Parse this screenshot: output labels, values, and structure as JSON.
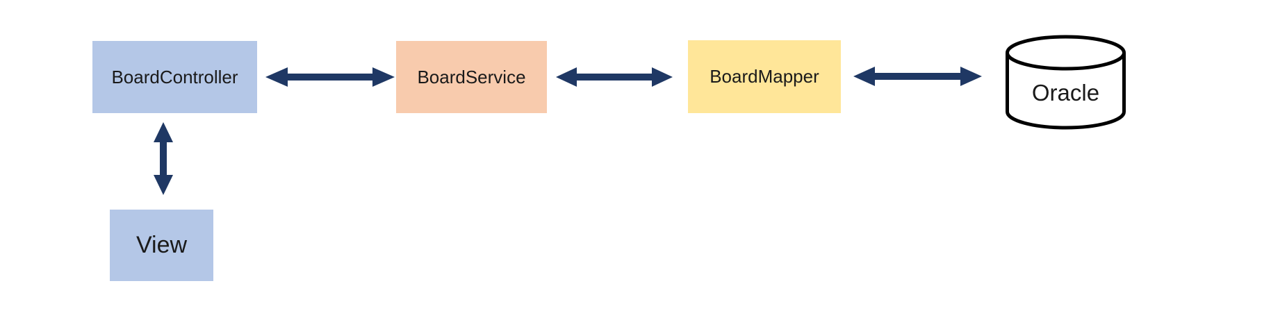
{
  "diagram": {
    "connector_color": "#1f3864",
    "nodes": [
      {
        "id": "board-controller",
        "label": "BoardController",
        "shape": "rectangle",
        "fill": "#b4c7e7"
      },
      {
        "id": "board-service",
        "label": "BoardService",
        "shape": "rectangle",
        "fill": "#f8cbad"
      },
      {
        "id": "board-mapper",
        "label": "BoardMapper",
        "shape": "rectangle",
        "fill": "#ffe699"
      },
      {
        "id": "oracle",
        "label": "Oracle",
        "shape": "cylinder",
        "fill": "#ffffff",
        "stroke": "#000000"
      },
      {
        "id": "view",
        "label": "View",
        "shape": "rectangle",
        "fill": "#b4c7e7"
      }
    ],
    "connectors": [
      {
        "from": "BoardController",
        "to": "BoardService",
        "type": "double-arrow",
        "orientation": "horizontal"
      },
      {
        "from": "BoardService",
        "to": "BoardMapper",
        "type": "double-arrow",
        "orientation": "horizontal"
      },
      {
        "from": "BoardMapper",
        "to": "Oracle",
        "type": "double-arrow",
        "orientation": "horizontal"
      },
      {
        "from": "BoardController",
        "to": "View",
        "type": "double-arrow",
        "orientation": "vertical"
      }
    ]
  }
}
